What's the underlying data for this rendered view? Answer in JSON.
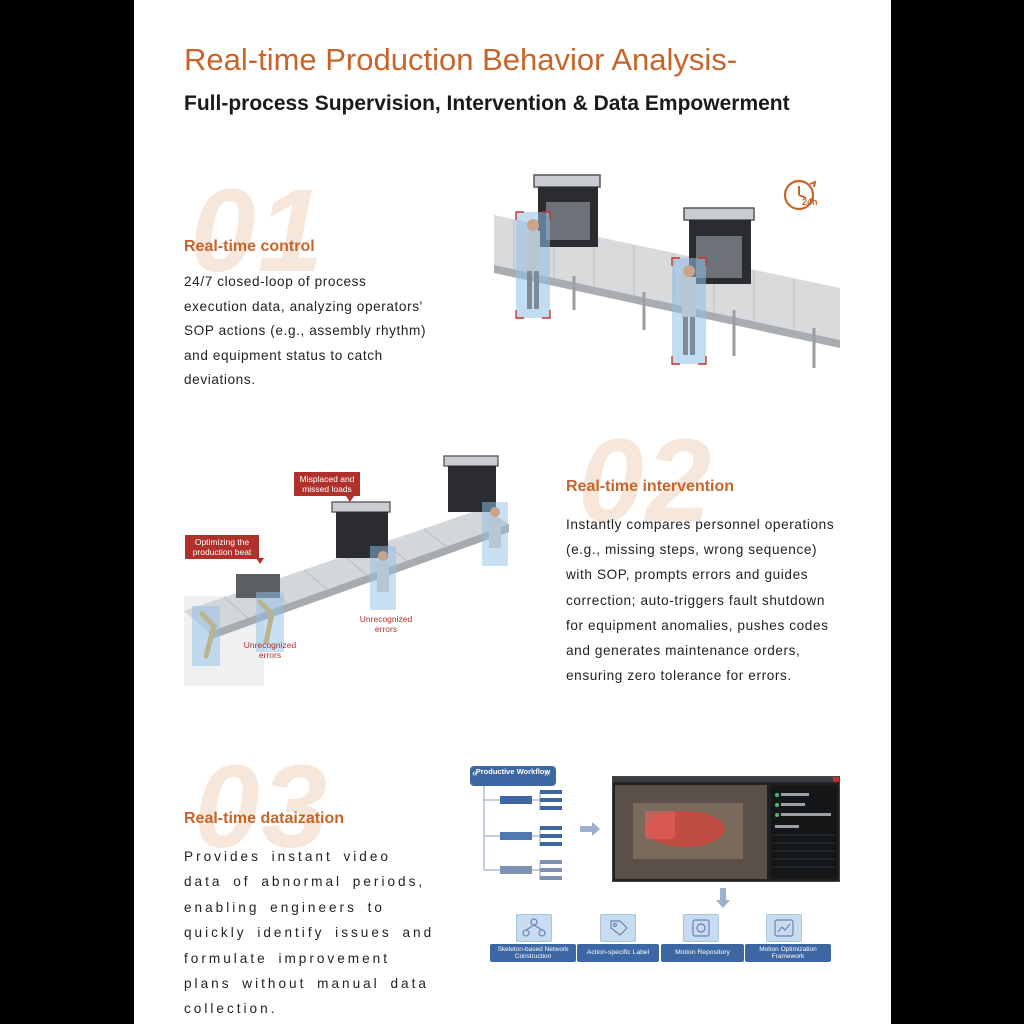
{
  "header": {
    "title": "Real-time Production Behavior Analysis-",
    "subtitle": "Full-process Supervision, Intervention & Data Empowerment"
  },
  "sections": [
    {
      "number": "01",
      "title": "Real-time control",
      "text": "24/7 closed-loop of process execution data, analyzing operators' SOP actions (e.g., assembly rhythm) and equipment status to catch deviations.",
      "badge": "24h"
    },
    {
      "number": "02",
      "title": "Real-time intervention",
      "text": "Instantly compares personnel operations (e.g., missing steps, wrong sequence) with SOP, prompts errors and guides correction; auto-triggers fault shutdown for equipment anomalies, pushes codes and generates maintenance orders, ensuring zero tolerance for errors.",
      "callouts": {
        "misplaced": "Misplaced and missed loads",
        "beat": "Optimizing the production beat",
        "unrecognized_1": "Unrecognized errors",
        "unrecognized_2": "Unrecognized errors"
      }
    },
    {
      "number": "03",
      "title": "Real-time dataization",
      "text": "Provides instant video data of abnormal periods, enabling engineers to quickly identify issues and formulate improvement plans without manual data collection.",
      "workflow_label": "Productive Workflow",
      "modules": [
        {
          "label": "Skeleton-based Network Construction",
          "icon": "network-icon"
        },
        {
          "label": "Action-specific Label",
          "icon": "tag-icon"
        },
        {
          "label": "Motion Repository",
          "icon": "repository-icon"
        },
        {
          "label": "Motion Optimization Framework",
          "icon": "optimization-icon"
        }
      ]
    }
  ],
  "colors": {
    "accent": "#c8642a",
    "alert": "#b0302c",
    "flow_blue": "#3d67a3"
  }
}
